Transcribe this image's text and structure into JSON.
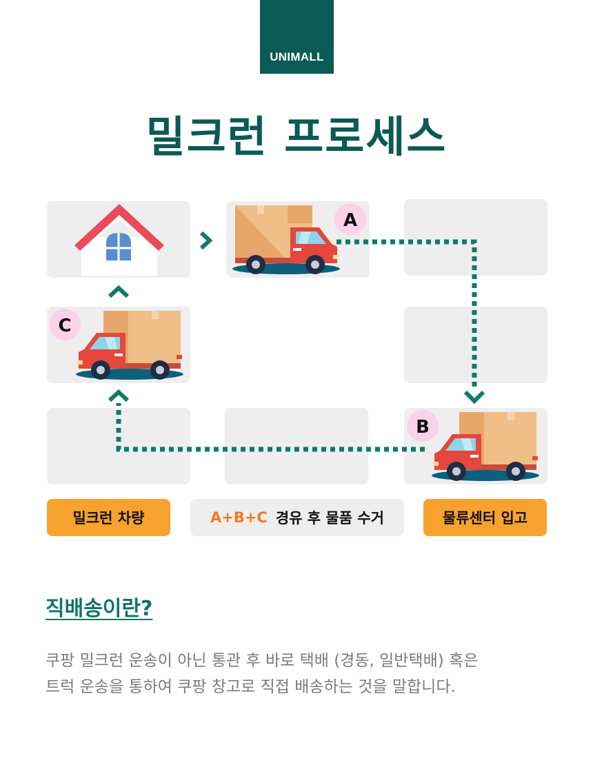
{
  "logo": {
    "text": "UNIMALL"
  },
  "title": "밀크런 프로세스",
  "points": {
    "a": "A",
    "b": "B",
    "c": "C"
  },
  "tags": {
    "vehicle": "밀크런 차량",
    "route_highlight": "A+B+C",
    "route_text": "경유 후 물품 수거",
    "warehouse": "물류센터 입고"
  },
  "section": {
    "title": "직배송이란?",
    "description_lines": [
      "쿠팡 밀크런 운송이 아닌 통관 후 바로 택배 (경동, 일반택배) 혹은",
      "트럭 운송을 통하여 쿠팡 창고로 직접 배송하는 것을 말합니다."
    ]
  },
  "colors": {
    "brand": "#0b5a55",
    "accent_green": "#0f7466",
    "orange": "#f7a22f",
    "route_orange": "#f37b21",
    "badge_pink": "#fbd3e9",
    "roof_red": "#e94a5c"
  }
}
